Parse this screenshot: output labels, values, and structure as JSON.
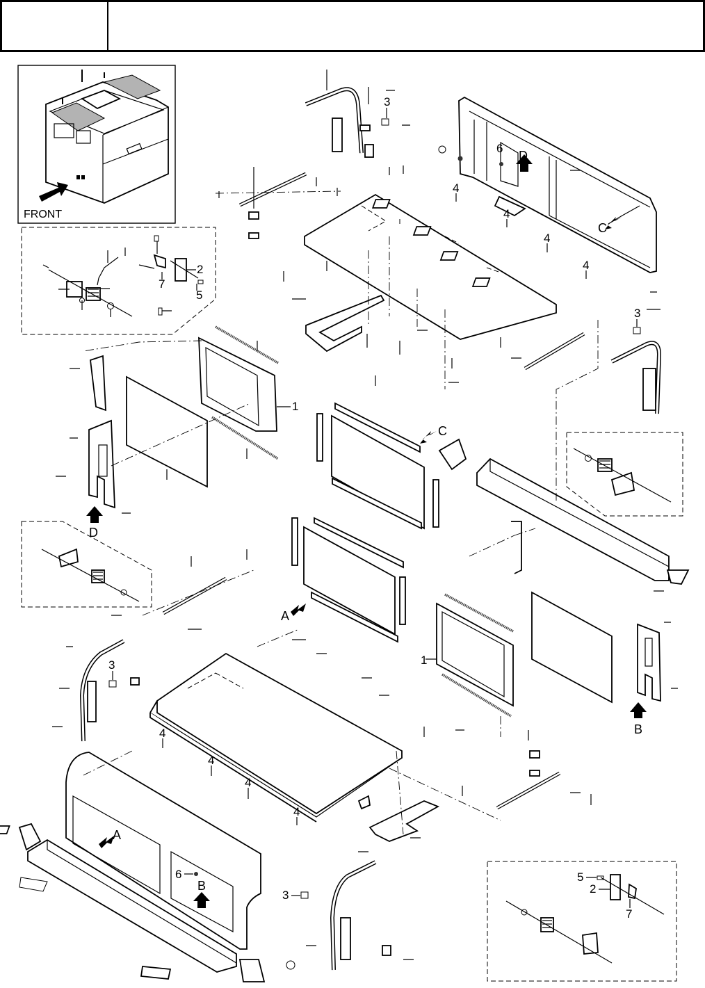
{
  "header": {
    "left_cell": "",
    "right_cell": ""
  },
  "inset": {
    "front_label": "FRONT"
  },
  "colors": {
    "line": "#000000",
    "shade": "#b3b3b3",
    "background": "#ffffff"
  },
  "callouts": {
    "c1": "1",
    "c2": "2",
    "c3": "3",
    "c4": "4",
    "c5": "5",
    "c6": "6",
    "c7": "7"
  },
  "view_letters": {
    "a": "A",
    "b": "B",
    "c": "C",
    "d": "D"
  }
}
